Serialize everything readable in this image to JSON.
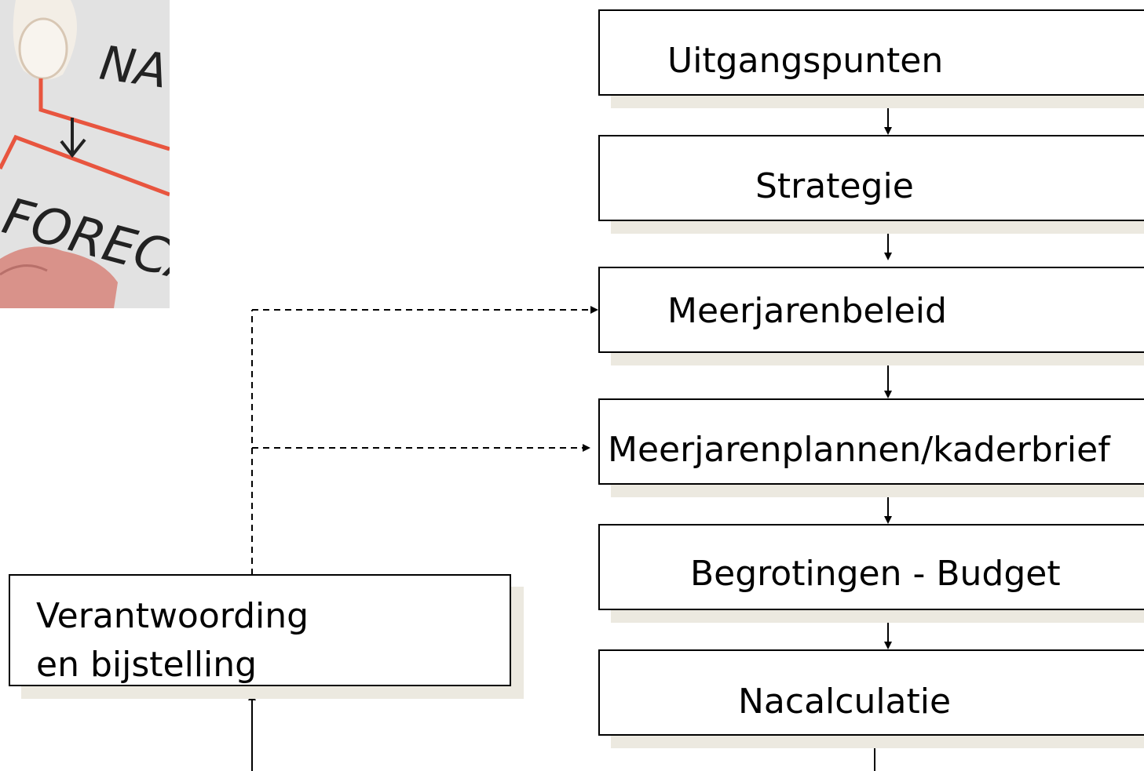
{
  "process_steps": [
    {
      "label": "Uitgangspunten"
    },
    {
      "label": "Strategie"
    },
    {
      "label": "Meerjarenbeleid"
    },
    {
      "label": "Meerjarenplannen/kaderbrief"
    },
    {
      "label": "Begrotingen - Budget"
    },
    {
      "label": "Nacalculatie"
    }
  ],
  "feedback_box": {
    "label_line1": "Verantwoording",
    "label_line2": "en bijstelling"
  },
  "photo": {
    "handwriting_top": "NA",
    "handwriting_bottom": "FORECAS"
  },
  "colors": {
    "box_border": "#000000",
    "box_shadow": "#ece9e0",
    "photo_marker": "#e8553f"
  }
}
